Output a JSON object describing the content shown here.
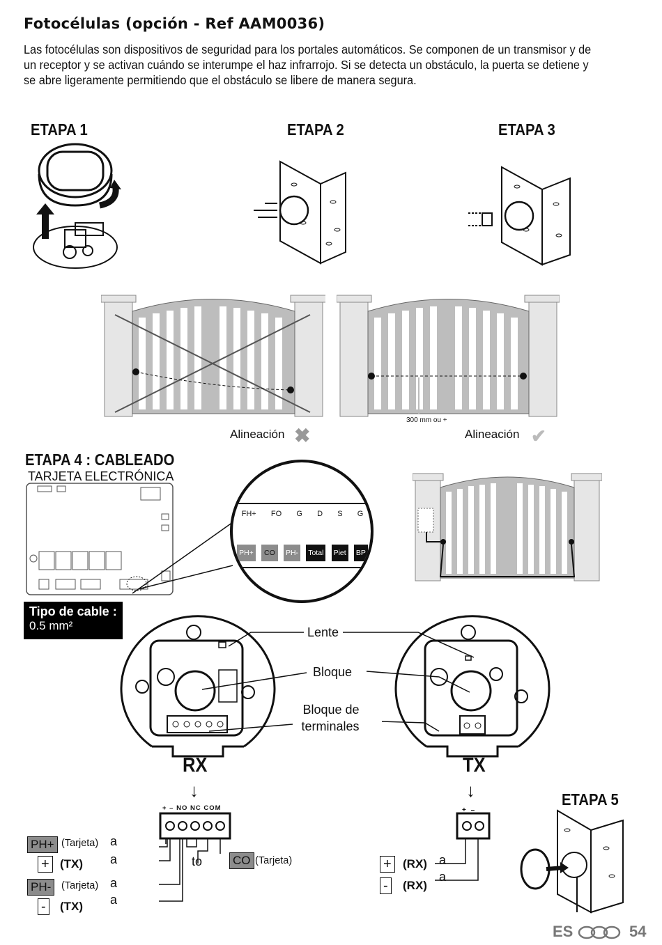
{
  "header": {
    "title": "Fotocélulas (opción - Ref AAM0036)",
    "intro": "Las fotocélulas son dispositivos de seguridad para los portales automáticos. Se componen de un transmisor y de un receptor y se activan cuándo se interumpe el haz infrarrojo. Si se detecta un obstáculo, la puerta se detiene y se abre ligeramente permitiendo que el obstáculo se libere de manera segura."
  },
  "stages": {
    "s1": "ETAPA 1",
    "s2": "ETAPA 2",
    "s3": "ETAPA 3",
    "s4": "ETAPA 4 : CABLEADO",
    "s5": "ETAPA 5"
  },
  "alignment": {
    "wrong_label": "Alineación",
    "right_label": "Alineación",
    "height_note": "300 mm ou +"
  },
  "board": {
    "title": "TARJETA ELECTRÓNICA",
    "top_labels": [
      "FH+",
      "FO",
      "G",
      "D",
      "S",
      "G"
    ],
    "bottom_labels": [
      "PH+",
      "CO",
      "PH-",
      "Total",
      "Piet",
      "BP"
    ]
  },
  "cable": {
    "line1": "Tipo de cable :",
    "line2": "0.5 mm²"
  },
  "callouts": {
    "lens": "Lente",
    "block": "Bloque",
    "terminal_1": "Bloque de",
    "terminal_2": "terminales"
  },
  "devices": {
    "rx": "RX",
    "tx": "TX",
    "rx_terminals": "+ – NO NC COM",
    "tx_terminals": "+ –"
  },
  "wiring_rx": {
    "ph_plus": "PH+",
    "ph_plus_note": "(Tarjeta)",
    "plus": "+",
    "plus_note": "(TX)",
    "ph_minus": "PH-",
    "ph_minus_note": "(Tarjeta)",
    "minus": "-",
    "minus_note": "(TX)",
    "arrow_a": "a",
    "to": "to",
    "co": "CO",
    "co_note": "(Tarjeta)"
  },
  "wiring_tx": {
    "plus": "+",
    "plus_note": "(RX)",
    "minus": "-",
    "minus_note": "(RX)",
    "arrow_a": "a"
  },
  "footer": {
    "lang": "ES",
    "page": "54"
  },
  "colors": {
    "gray_tag": "#8c8c8c",
    "dark": "#111111",
    "wall": "#e6e6e6"
  }
}
